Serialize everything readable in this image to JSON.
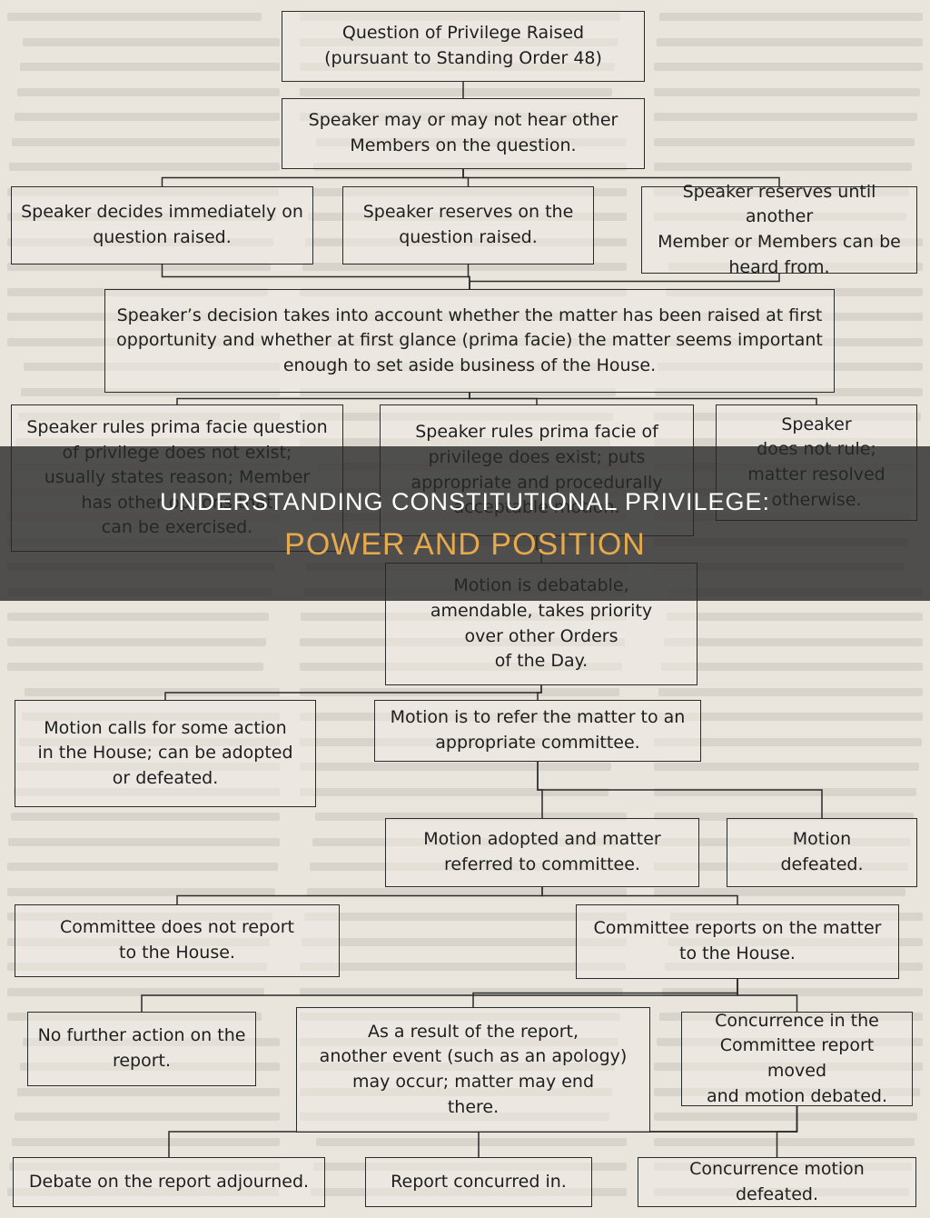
{
  "diagram": {
    "nodes": [
      {
        "id": "n1",
        "lines": [
          "Question of Privilege Raised",
          "(pursuant to Standing Order 48)"
        ]
      },
      {
        "id": "n2",
        "lines": [
          "Speaker may or may not hear other",
          "Members on the question."
        ]
      },
      {
        "id": "n3",
        "lines": [
          "Speaker decides immediately on",
          "question raised."
        ]
      },
      {
        "id": "n4",
        "lines": [
          "Speaker reserves on the",
          "question raised."
        ]
      },
      {
        "id": "n5",
        "lines": [
          "Speaker reserves until another",
          "Member or Members can be",
          "heard from."
        ]
      },
      {
        "id": "n6",
        "lines": [
          "Speaker’s decision takes into account whether the matter has been raised at first",
          "opportunity and whether at first glance (prima facie) the matter seems important",
          "enough to set aside business of the House."
        ]
      },
      {
        "id": "n7",
        "lines": [
          "Speaker rules prima facie question",
          "of privilege does not exist;",
          "usually states reason; Member",
          "has other options that",
          "can be exercised."
        ]
      },
      {
        "id": "n8",
        "lines": [
          "Speaker rules prima facie of",
          "privilege does exist; puts",
          "appropriate and procedurally",
          "acceptable motion."
        ]
      },
      {
        "id": "n9",
        "lines": [
          "Speaker",
          "does not rule;",
          "matter resolved",
          "otherwise."
        ]
      },
      {
        "id": "n10",
        "lines": [
          "Motion is debatable,",
          "amendable, takes priority",
          "over other Orders",
          "of the Day."
        ]
      },
      {
        "id": "n11",
        "lines": [
          "Motion calls for some action",
          "in the House; can be adopted",
          "or defeated."
        ]
      },
      {
        "id": "n12",
        "lines": [
          "Motion is to refer the matter to an",
          "appropriate committee."
        ]
      },
      {
        "id": "n13",
        "lines": [
          "Motion adopted and matter",
          "referred to committee."
        ]
      },
      {
        "id": "n14",
        "lines": [
          "Motion",
          "defeated."
        ]
      },
      {
        "id": "n15",
        "lines": [
          "Committee does not report",
          "to the House."
        ]
      },
      {
        "id": "n16",
        "lines": [
          "Committee reports on the matter",
          "to the House."
        ]
      },
      {
        "id": "n17",
        "lines": [
          "No further action on the",
          "report."
        ]
      },
      {
        "id": "n18",
        "lines": [
          "As a result of the report,",
          "another event (such as an apology)",
          "may occur; matter may end",
          "there."
        ]
      },
      {
        "id": "n19",
        "lines": [
          "Concurrence in the",
          "Committee report moved",
          "and motion debated."
        ]
      },
      {
        "id": "n20",
        "lines": [
          "Debate on the report adjourned."
        ]
      },
      {
        "id": "n21",
        "lines": [
          "Report concurred in."
        ]
      },
      {
        "id": "n22",
        "lines": [
          "Concurrence motion defeated."
        ]
      }
    ],
    "edges": [
      [
        "n1",
        "n2"
      ],
      [
        "n2",
        "n3"
      ],
      [
        "n2",
        "n4"
      ],
      [
        "n2",
        "n5"
      ],
      [
        "n3",
        "n6"
      ],
      [
        "n4",
        "n6"
      ],
      [
        "n5",
        "n6"
      ],
      [
        "n6",
        "n7"
      ],
      [
        "n6",
        "n8"
      ],
      [
        "n6",
        "n9"
      ],
      [
        "n8",
        "n10"
      ],
      [
        "n10",
        "n11"
      ],
      [
        "n10",
        "n12"
      ],
      [
        "n12",
        "n13"
      ],
      [
        "n12",
        "n14"
      ],
      [
        "n13",
        "n15"
      ],
      [
        "n13",
        "n16"
      ],
      [
        "n16",
        "n17"
      ],
      [
        "n16",
        "n18"
      ],
      [
        "n16",
        "n19"
      ],
      [
        "n19",
        "n20"
      ],
      [
        "n19",
        "n21"
      ],
      [
        "n19",
        "n22"
      ]
    ]
  },
  "banner": {
    "title": "Understanding Constitutional Privilege:",
    "subtitle": "Power And Position"
  },
  "colors": {
    "background": "#e9e5dd",
    "box_border": "#2b2b2b",
    "banner_overlay": "#282828",
    "banner_title": "#ffffff",
    "banner_subtitle": "#e5a94e"
  }
}
